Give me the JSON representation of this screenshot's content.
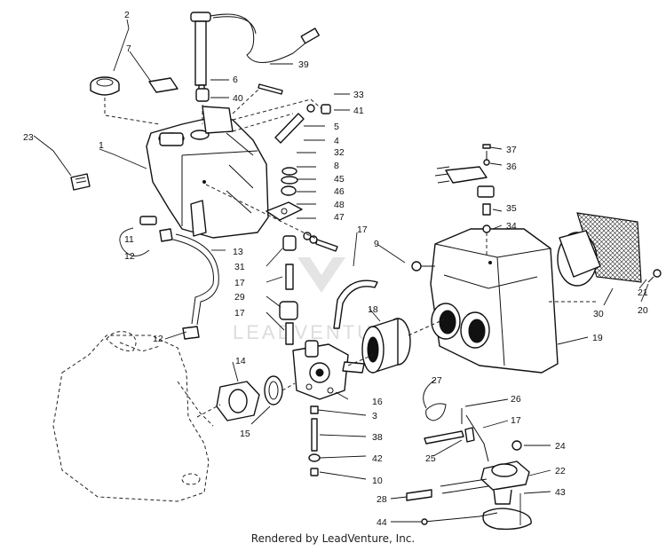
{
  "watermark": "LEADVENTURE",
  "footer": "Rendered by LeadVenture, Inc.",
  "callouts": [
    "1",
    "2",
    "3",
    "4",
    "5",
    "6",
    "7",
    "8",
    "9",
    "10",
    "11",
    "12",
    "12",
    "13",
    "14",
    "15",
    "16",
    "17",
    "17",
    "17",
    "17",
    "18",
    "19",
    "20",
    "21",
    "22",
    "23",
    "24",
    "25",
    "26",
    "27",
    "28",
    "29",
    "30",
    "31",
    "32",
    "33",
    "34",
    "35",
    "36",
    "37",
    "38",
    "39",
    "40",
    "41",
    "42",
    "43",
    "44",
    "45",
    "46",
    "47",
    "48"
  ]
}
